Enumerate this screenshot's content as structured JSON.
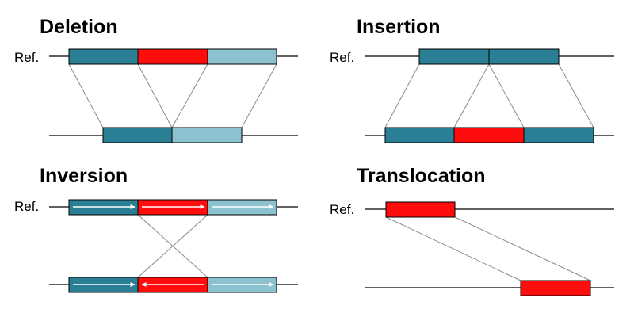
{
  "colors": {
    "dark_teal": "#2b7f95",
    "red": "#ff0d0d",
    "light_teal": "#8cc1cf",
    "line": "#000000",
    "connector": "#8a8a8a",
    "arrow": "#ffffff"
  },
  "panels": {
    "deletion": {
      "title": "Deletion",
      "ref_label": "Ref."
    },
    "insertion": {
      "title": "Insertion",
      "ref_label": "Ref."
    },
    "inversion": {
      "title": "Inversion",
      "ref_label": "Ref."
    },
    "translocation": {
      "title": "Translocation",
      "ref_label": "Ref."
    }
  }
}
